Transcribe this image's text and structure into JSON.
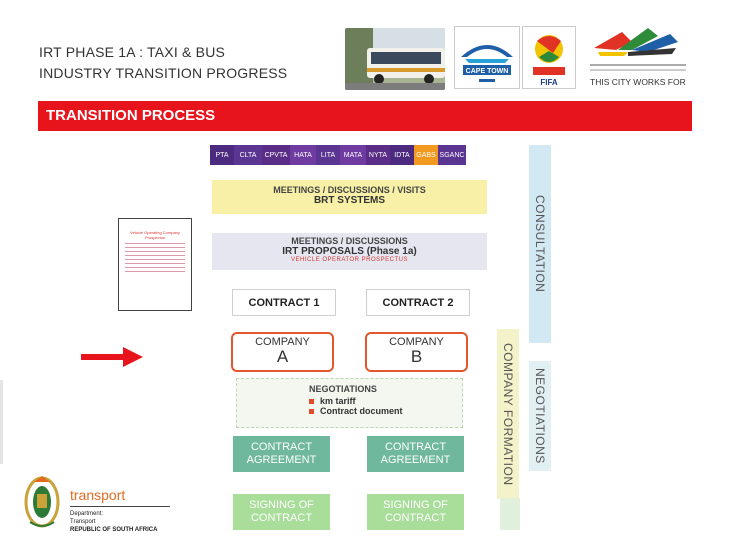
{
  "header": {
    "title_line1": "IRT PHASE 1A : TAXI & BUS",
    "title_line2": "INDUSTRY TRANSITION PROGRESS",
    "cape_town_logo": "CAPE TOWN",
    "fifa_logo": "FIFA",
    "city_slogan": "THIS CITY WORKS FOR YOU"
  },
  "banner": {
    "label": "TRANSITION PROCESS",
    "color": "#e8141c"
  },
  "partners": [
    {
      "label": "PTA",
      "color": "#4b2a80"
    },
    {
      "label": "CLTA",
      "color": "#5b3592"
    },
    {
      "label": "CPVTA",
      "color": "#5a2d86"
    },
    {
      "label": "HATA",
      "color": "#6f3ba0"
    },
    {
      "label": "LITA",
      "color": "#5b3592"
    },
    {
      "label": "MATA",
      "color": "#6f3ba0"
    },
    {
      "label": "NYTA",
      "color": "#5a2d86"
    },
    {
      "label": "IDTA",
      "color": "#4b2a80"
    },
    {
      "label": "GABS",
      "color": "#f29a1f"
    },
    {
      "label": "SGANC",
      "color": "#5b3592"
    }
  ],
  "bands": {
    "meetings_visits": {
      "line1": "MEETINGS / DISCUSSIONS / VISITS",
      "line2": "BRT SYSTEMS"
    },
    "meetings_proposals": {
      "line1": "MEETINGS / DISCUSSIONS",
      "line2": "IRT PROPOSALS (Phase 1a)",
      "line3": "VEHICLE OPERATOR PROSPECTUS"
    }
  },
  "contracts": {
    "c1": "CONTRACT 1",
    "c2": "CONTRACT 2"
  },
  "companies": {
    "a": {
      "label": "COMPANY",
      "letter": "A"
    },
    "b": {
      "label": "COMPANY",
      "letter": "B"
    }
  },
  "negotiations": {
    "heading": "NEGOTIATIONS",
    "items": [
      "km tariff",
      "Contract document"
    ]
  },
  "agreements": {
    "a": "CONTRACT AGREEMENT",
    "b": "CONTRACT AGREEMENT"
  },
  "signings": {
    "a": "SIGNING OF CONTRACT",
    "b": "SIGNING OF CONTRACT"
  },
  "vertical": {
    "consultation": "CONSULTATION",
    "company_formation": "COMPANY FORMATION",
    "negotiations": "NEGOTIATIONS"
  },
  "proposal_doc": {
    "title": "Vehicle Operating Company Prospectus"
  },
  "government": {
    "dept_name": "transport",
    "line1": "Department:",
    "line2": "Transport",
    "line3": "REPUBLIC OF SOUTH AFRICA"
  },
  "icons": {
    "arrow": "right-arrow-icon",
    "coat_of_arms": "coat-of-arms-icon"
  }
}
